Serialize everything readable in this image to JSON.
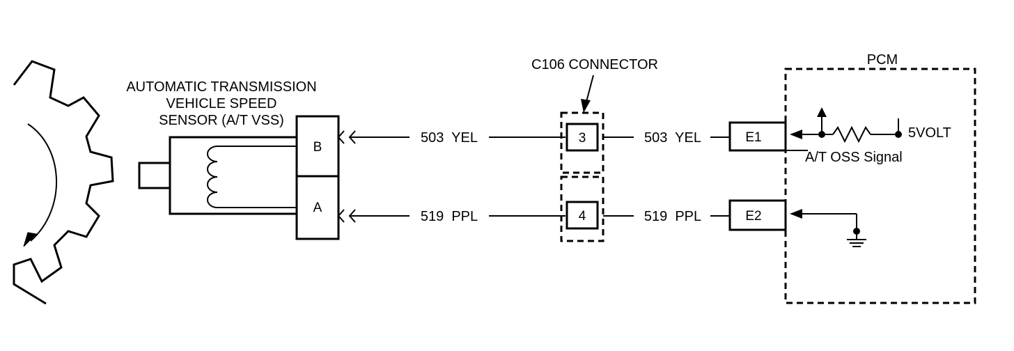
{
  "sensor": {
    "title_line1": "AUTOMATIC TRANSMISSION",
    "title_line2": "VEHICLE SPEED",
    "title_line3": "SENSOR (A/T VSS)",
    "pin_b": "B",
    "pin_a": "A"
  },
  "connector": {
    "title": "C106 CONNECTOR",
    "pin_top": "3",
    "pin_bottom": "4"
  },
  "pcm": {
    "title": "PCM",
    "pin_e1": "E1",
    "pin_e2": "E2",
    "supply_label": "5VOLT",
    "signal_label": "A/T OSS Signal"
  },
  "wires": {
    "top_left": "503  YEL",
    "top_right": "503  YEL",
    "bottom_left": "519  PPL",
    "bottom_right": "519  PPL"
  }
}
